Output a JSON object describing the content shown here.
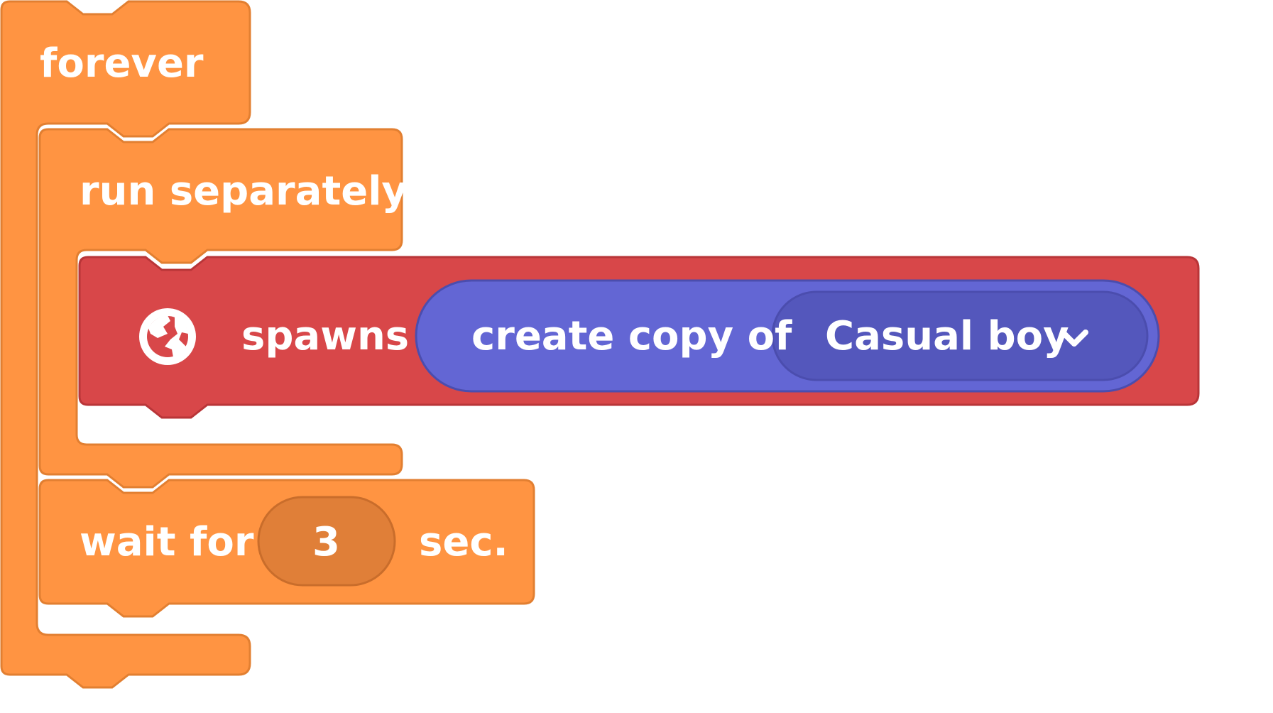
{
  "script": {
    "forever": {
      "label": "forever"
    },
    "run_separately": {
      "label": "run separately"
    },
    "spawn": {
      "label": "spawns",
      "icon": "globe-icon",
      "reporter": {
        "label": "create copy of",
        "dropdown_value": "Casual boy",
        "dropdown_icon": "chevron-down-icon"
      }
    },
    "wait": {
      "label_before": "wait for",
      "seconds_value": "3",
      "label_after": "sec."
    }
  },
  "colors": {
    "control_orange": "#FF9442",
    "control_orange_border": "#E27F31",
    "control_orange_dark": "#E07F38",
    "world_red": "#D84749",
    "world_red_border": "#B93538",
    "reporter_purple": "#6366D4",
    "reporter_purple_dark": "#5457BC",
    "reporter_border": "#4B4DAE"
  }
}
